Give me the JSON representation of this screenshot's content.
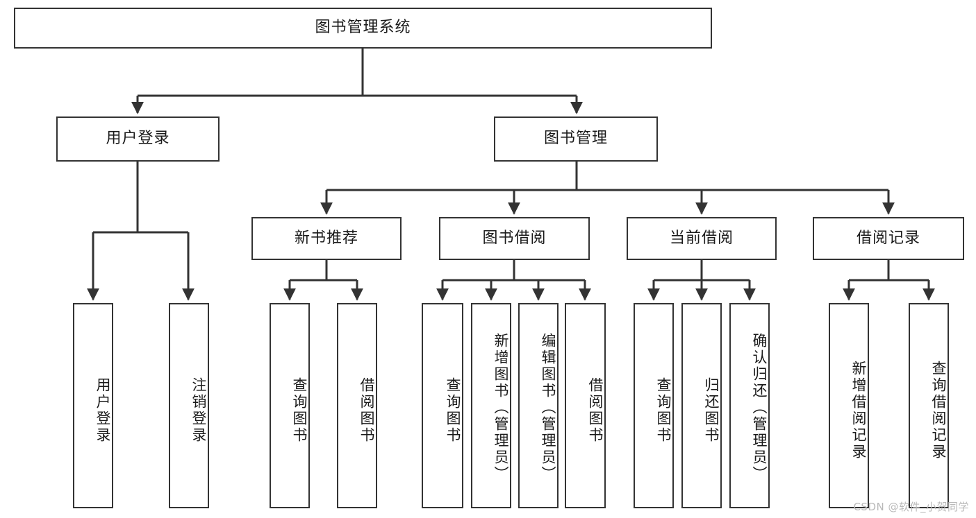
{
  "diagram": {
    "title": "图书管理系统",
    "type": "hierarchy-tree",
    "watermark": "CSDN @软件_小贺同学",
    "line_color": "#333333",
    "box_fill": "#ffffff",
    "text_color": "#1a1a1a",
    "levels": {
      "root": {
        "label": "图书管理系统"
      },
      "level2": [
        {
          "label": "用户登录"
        },
        {
          "label": "图书管理"
        }
      ],
      "level3": [
        {
          "label": "新书推荐"
        },
        {
          "label": "图书借阅"
        },
        {
          "label": "当前借阅"
        },
        {
          "label": "借阅记录"
        }
      ],
      "leaves": {
        "user_login": [
          {
            "label": "用户登录"
          },
          {
            "label": "注销登录"
          }
        ],
        "new_book_recommend": [
          {
            "label": "查询图书"
          },
          {
            "label": "借阅图书"
          }
        ],
        "book_borrow": [
          {
            "label": "查询图书"
          },
          {
            "label": "新增图书（管理员）"
          },
          {
            "label": "编辑图书（管理员）"
          },
          {
            "label": "借阅图书"
          }
        ],
        "current_borrow": [
          {
            "label": "查询图书"
          },
          {
            "label": "归还图书"
          },
          {
            "label": "确认归还（管理员）"
          }
        ],
        "borrow_records": [
          {
            "label": "新增借阅记录"
          },
          {
            "label": "查询借阅记录"
          }
        ]
      }
    }
  }
}
